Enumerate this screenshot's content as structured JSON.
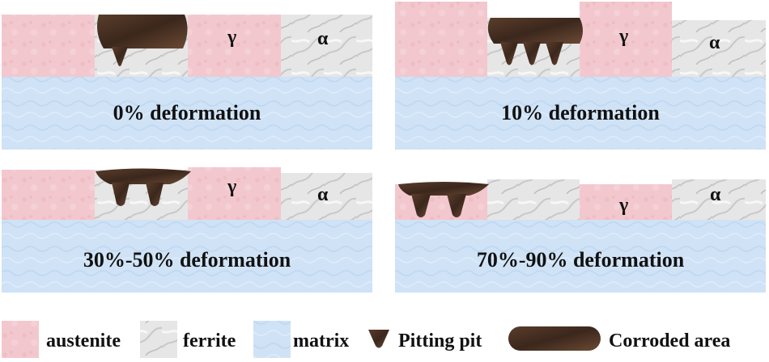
{
  "colors": {
    "austenite": "#f2c8ce",
    "ferrite": "#e4e4e4",
    "matrix": "#cfe2f6",
    "corrosion": "#3e2a1f"
  },
  "panels": [
    {
      "caption": "0% deformation",
      "gamma_label": "γ",
      "alpha_label": "α",
      "corroded_area": "on austenite-ferrite boundary",
      "pit_count": 1
    },
    {
      "caption": "10% deformation",
      "gamma_label": "γ",
      "alpha_label": "α",
      "corroded_area": "on austenite-ferrite boundary",
      "pit_count": 3
    },
    {
      "caption": "30%-50% deformation",
      "gamma_label": "γ",
      "alpha_label": "α",
      "corroded_area": "on ferrite",
      "pit_count": 2
    },
    {
      "caption": "70%-90% deformation",
      "gamma_label": "γ",
      "alpha_label": "α",
      "corroded_area": "on austenite",
      "pit_count": 2
    }
  ],
  "legend": {
    "austenite": "austenite",
    "ferrite": "ferrite",
    "matrix": "matrix",
    "pit": "Pitting pit",
    "corroded": "Corroded area"
  }
}
